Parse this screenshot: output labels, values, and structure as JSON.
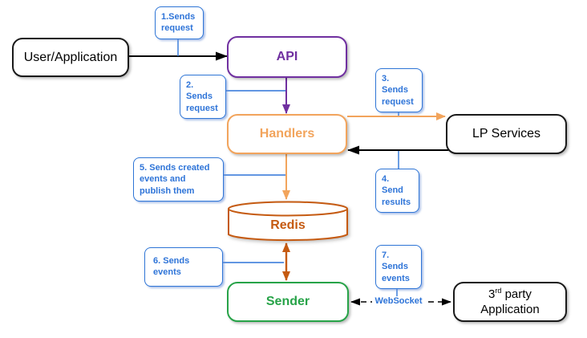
{
  "diagram": {
    "nodes": {
      "user_app": {
        "label": "User/Application"
      },
      "api": {
        "label": "API"
      },
      "handlers": {
        "label": "Handlers"
      },
      "lp_services": {
        "label": "LP Services"
      },
      "redis": {
        "label": "Redis"
      },
      "sender": {
        "label": "Sender"
      },
      "third_party": {
        "line1_base": "3",
        "line1_sup": "rd",
        "line1_rest": " party",
        "line2": "Application"
      }
    },
    "callouts": {
      "c1": {
        "label": "1.Sends request"
      },
      "c2": {
        "label": "2. Sends request"
      },
      "c3": {
        "label": "3. Sends request"
      },
      "c4": {
        "label": "4. Send results"
      },
      "c5": {
        "label": "5. Sends created events and publish them"
      },
      "c6": {
        "label": "6. Sends events"
      },
      "c7": {
        "label": "7. Sends events"
      }
    },
    "edge_labels": {
      "websocket": "WebSocket"
    },
    "colors": {
      "node_black": "#000000",
      "node_purple": "#7030A0",
      "node_orange": "#F2A45C",
      "node_brown": "#C55A11",
      "node_green": "#27A348",
      "callout_blue": "#2E74D8"
    }
  }
}
